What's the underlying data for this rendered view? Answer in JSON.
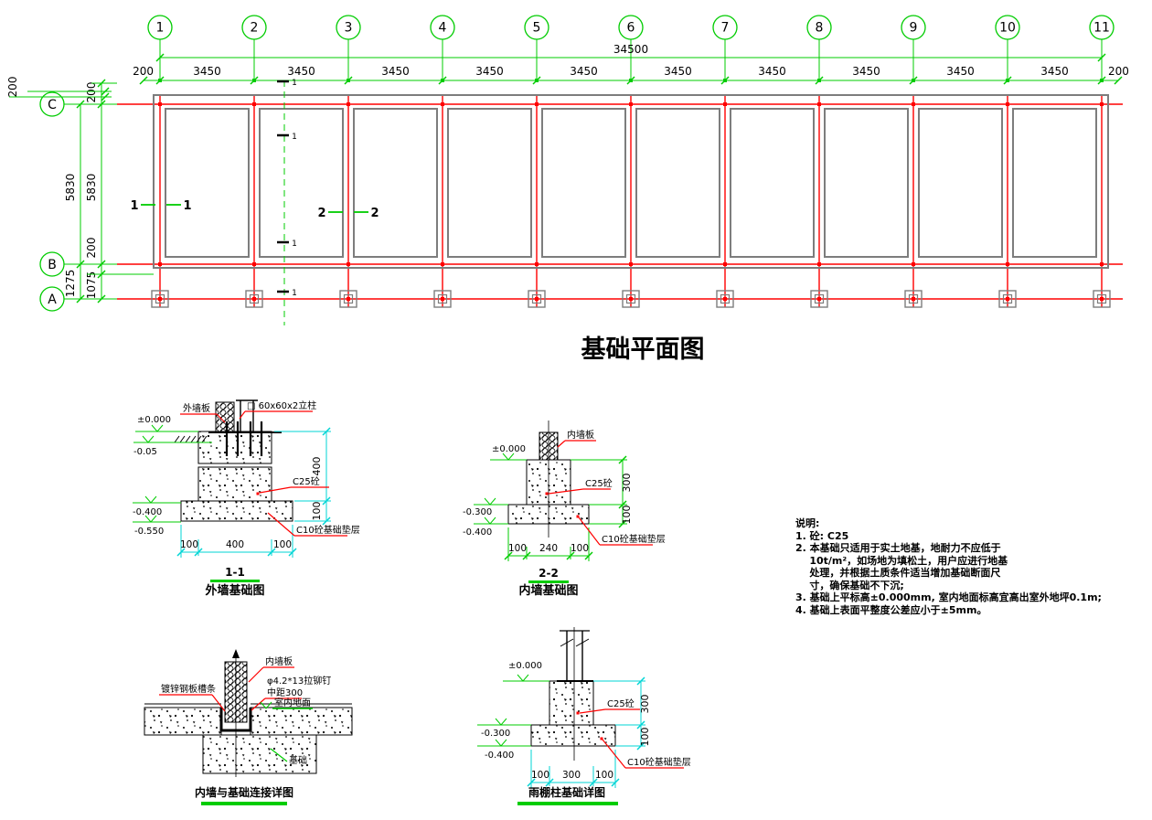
{
  "title": "基础平面图",
  "colors": {
    "green": "#00cc00",
    "red": "#ff0000",
    "gray": "#7d7d7d",
    "cyan": "#00d5d5",
    "black": "#000000"
  },
  "plan": {
    "grid_labels": [
      "1",
      "2",
      "3",
      "4",
      "5",
      "6",
      "7",
      "8",
      "9",
      "10",
      "11"
    ],
    "row_labels": [
      "C",
      "B",
      "A"
    ],
    "overall_dim": "34500",
    "bay_dims": [
      "3450",
      "3450",
      "3450",
      "3450",
      "3450",
      "3450",
      "3450",
      "3450",
      "3450",
      "3450"
    ],
    "edge_left": "200",
    "edge_right": "200",
    "left_dims": {
      "top_edge": "200",
      "c_edge": "200",
      "cb": "5830",
      "cb2": "5830",
      "b_edge": "200",
      "ba": "1275",
      "ba2": "1075"
    },
    "section1": "1",
    "section2": "2"
  },
  "details": {
    "d1": {
      "name": "1-1",
      "title": "外墙基础图",
      "labels": {
        "wall": "外墙板",
        "column": "□ 60x60x2立柱",
        "concrete": "C25砼",
        "cushion": "C10砼基础垫层"
      },
      "dims": {
        "h1": "400",
        "h2": "100",
        "b1": "100",
        "b2": "400",
        "b3": "100"
      },
      "elev": {
        "e1": "±0.000",
        "e2": "-0.05",
        "e3": "-0.400",
        "e4": "-0.550"
      }
    },
    "d2": {
      "name": "2-2",
      "title": "内墙基础图",
      "labels": {
        "wall": "内墙板",
        "concrete": "C25砼",
        "cushion": "C10砼基础垫层"
      },
      "dims": {
        "h1": "300",
        "h2": "100",
        "b1": "100",
        "b2": "240",
        "b3": "100"
      },
      "elev": {
        "e1": "±0.000",
        "e2": "-0.300",
        "e3": "-0.400"
      }
    },
    "d3": {
      "title": "内墙与基础连接详图",
      "labels": {
        "wall": "内墙板",
        "rivet": "φ4.2*13拉铆钉",
        "spacing": "中距300",
        "floor": "室内地面",
        "channel": "镀锌钢板槽条",
        "foundation": "基础"
      }
    },
    "d4": {
      "title": "雨棚柱基础详图",
      "labels": {
        "concrete": "C25砼",
        "cushion": "C10砼基础垫层"
      },
      "dims": {
        "h1": "300",
        "h2": "100",
        "b1": "100",
        "b2": "300",
        "b3": "100"
      },
      "elev": {
        "e1": "±0.000",
        "e2": "-0.300",
        "e3": "-0.400"
      }
    }
  },
  "notes": {
    "lines": [
      "说明:",
      "1. 砼: C25",
      "2. 本基础只适用于实土地基，地耐力不应低于",
      "    10t/m²，如场地为填松土，用户应进行地基",
      "    处理，并根据土质条件适当增加基础断面尺",
      "    寸，确保基础不下沉;",
      "3. 基础上平标高±0.000mm, 室内地面标高宜高出室外地坪0.1m;",
      "4. 基础上表面平整度公差应小于±5mm。"
    ]
  }
}
